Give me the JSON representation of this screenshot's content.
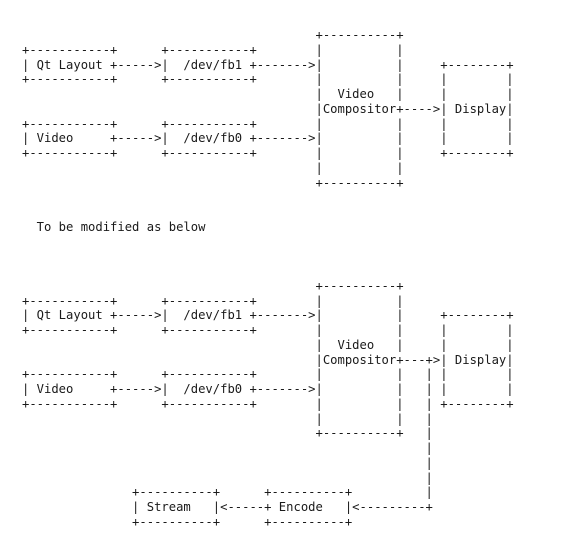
{
  "lines": [
    "                                        +----------+",
    "+-----------+      +-----------+        |          |",
    "| Qt Layout +----->|  /dev/fb1 +------->|          |     +--------+",
    "+-----------+      +-----------+        |          |     |        |",
    "                                        |  Video   |     |        |",
    "                                        |Compositor+---->| Display|",
    "+-----------+      +-----------+        |          |     |        |",
    "| Video     +----->|  /dev/fb0 +------->|          |     |        |",
    "+-----------+      +-----------+        |          |     +--------+",
    "                                        |          |",
    "                                        +----------+",
    "",
    "",
    "  To be modified as below",
    "",
    "",
    "",
    "                                        +----------+",
    "+-----------+      +-----------+        |          |",
    "| Qt Layout +----->|  /dev/fb1 +------->|          |     +--------+",
    "+-----------+      +-----------+        |          |     |        |",
    "                                        |  Video   |     |        |",
    "                                        |Compositor+---+>| Display|",
    "+-----------+      +-----------+        |          |   | |        |",
    "| Video     +----->|  /dev/fb0 +------->|          |   | |        |",
    "+-----------+      +-----------+        |          |   | +--------+",
    "                                        |          |   |",
    "                                        +----------+   |",
    "                                                       |",
    "                                                       |",
    "                                                       |",
    "               +----------+      +----------+          |",
    "               | Stream   |<-----+ Encode   |<---------+",
    "               +----------+      +----------+"
  ]
}
